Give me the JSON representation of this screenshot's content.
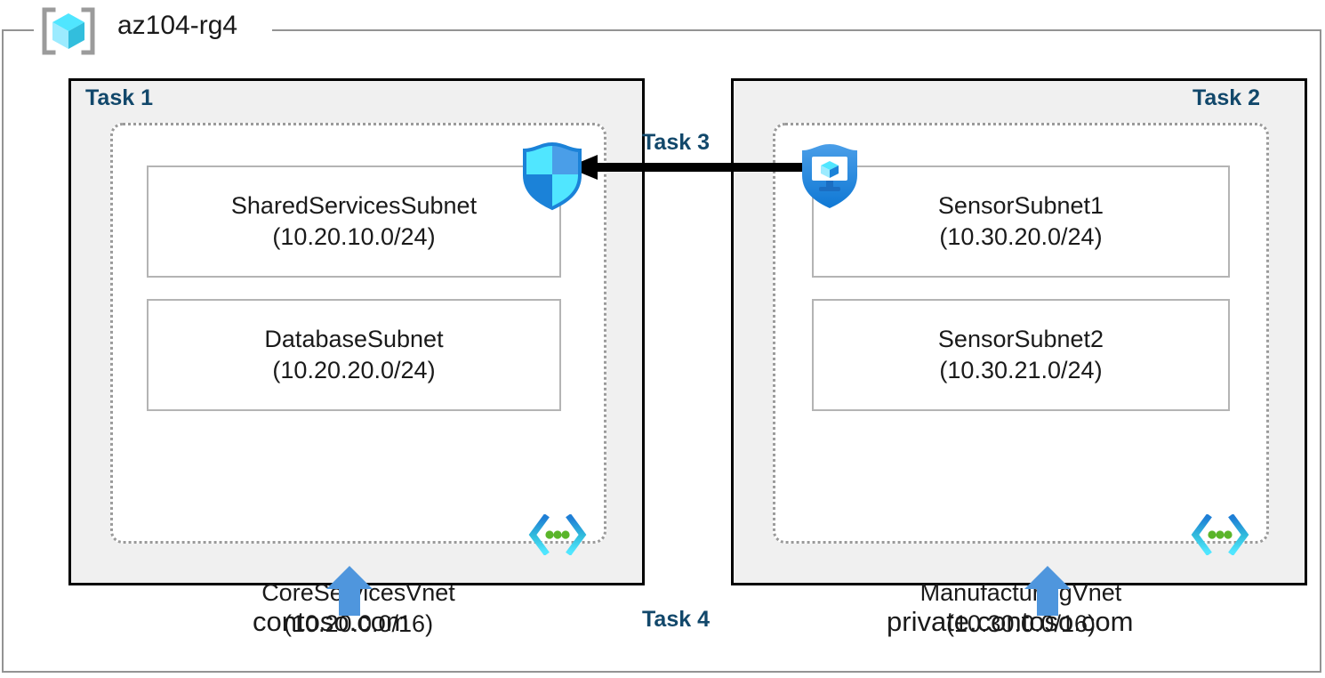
{
  "resource_group": {
    "name": "az104-rg4",
    "icon": "azure-resource-group-cube-icon"
  },
  "tasks": {
    "task1_label": "Task 1",
    "task2_label": "Task 2",
    "task3_label": "Task 3",
    "task4_label": "Task 4"
  },
  "vnets": [
    {
      "key": "core",
      "task": "Task 1",
      "name": "CoreServicesVnet",
      "cidr": "(10.20.0.0/16)",
      "icon": "virtual-network-icon",
      "subnets": [
        {
          "name": "SharedServicesSubnet",
          "cidr": "(10.20.10.0/24)"
        },
        {
          "name": "DatabaseSubnet",
          "cidr": "(10.20.20.0/24)"
        }
      ],
      "dns_zone": "contoso.com"
    },
    {
      "key": "manufacturing",
      "task": "Task 2",
      "name": "ManufacturingVnet",
      "cidr": "(10.30.0.0/16)",
      "icon": "virtual-network-icon",
      "subnets": [
        {
          "name": "SensorSubnet1",
          "cidr": "(10.30.20.0/24)"
        },
        {
          "name": "SensorSubnet2",
          "cidr": "(10.30.21.0/24)"
        }
      ],
      "dns_zone": "private.contoso.com"
    }
  ],
  "icons": {
    "firewall": "shield-quadrant-icon",
    "bastion": "bastion-shield-monitor-icon",
    "peering_arrow": "left-arrow-icon",
    "dns_arrow": "up-arrow-icon"
  },
  "colors": {
    "task_label": "#12486b",
    "task_box_fill": "#f0f0f0",
    "task_box_border": "#000000",
    "vnet_border": "#9a9a9a",
    "subnet_border": "#b4b4b4",
    "rg_frame": "#939393",
    "dns_arrow": "#4f96dd",
    "icon_cyan": "#50e6ff",
    "icon_blue": "#0078d4",
    "icon_green": "#5ab52a"
  }
}
